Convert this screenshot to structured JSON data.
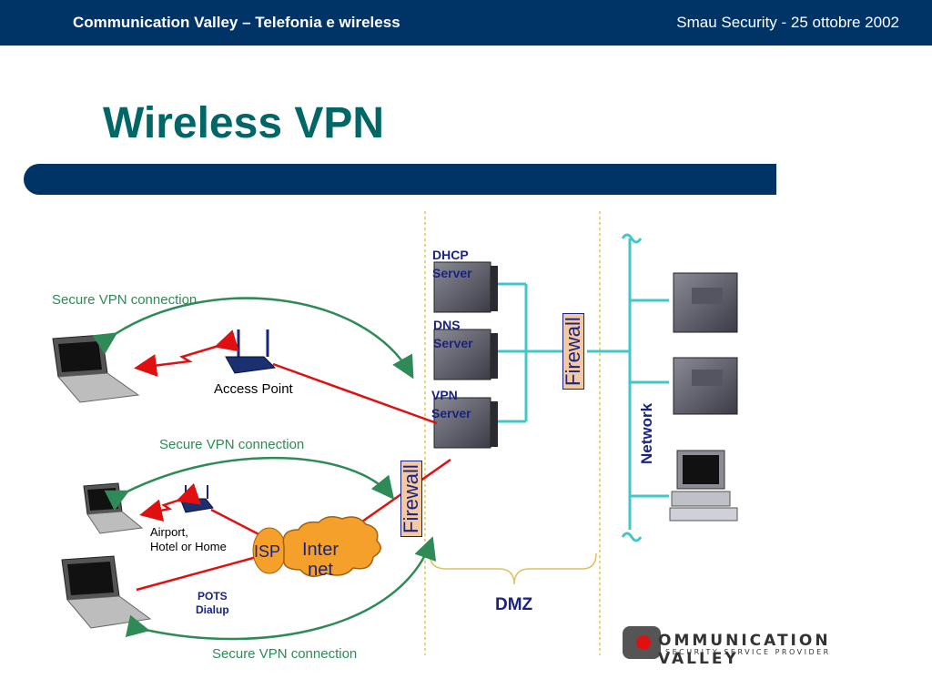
{
  "header": {
    "left_title": "Communication Valley – Telefonia e wireless",
    "right_title": "Smau Security - 25 ottobre 2002"
  },
  "slide": {
    "title": "Wireless VPN"
  },
  "diagram": {
    "secure_vpn_top": "Secure VPN connection",
    "secure_vpn_mid": "Secure VPN connection",
    "secure_vpn_bottom": "Secure VPN connection",
    "access_point": "Access Point",
    "airport_line1": "Airport,",
    "airport_line2": "Hotel or Home",
    "pots_line1": "POTS",
    "pots_line2": "Dialup",
    "isp": "ISP",
    "internet_line1": "Inter",
    "internet_line2": "net",
    "dhcp_line1": "DHCP",
    "dhcp_line2": "Server",
    "dns_line1": "DNS",
    "dns_line2": "Server",
    "vpn_line1": "VPN",
    "vpn_line2": "Server",
    "firewall_inner": "Firewall",
    "firewall_outer": "Firewall",
    "network": "Network",
    "dmz": "DMZ"
  },
  "logo": {
    "name": "OMMUNICATION VALLEY",
    "sub": "SECURITY SERVICE PROVIDER"
  },
  "colors": {
    "header_bg": "#003366",
    "title": "#006666",
    "vpn_arrow": "#2e8b57",
    "link_red": "#e01010",
    "network_cyan": "#40c8c8"
  }
}
